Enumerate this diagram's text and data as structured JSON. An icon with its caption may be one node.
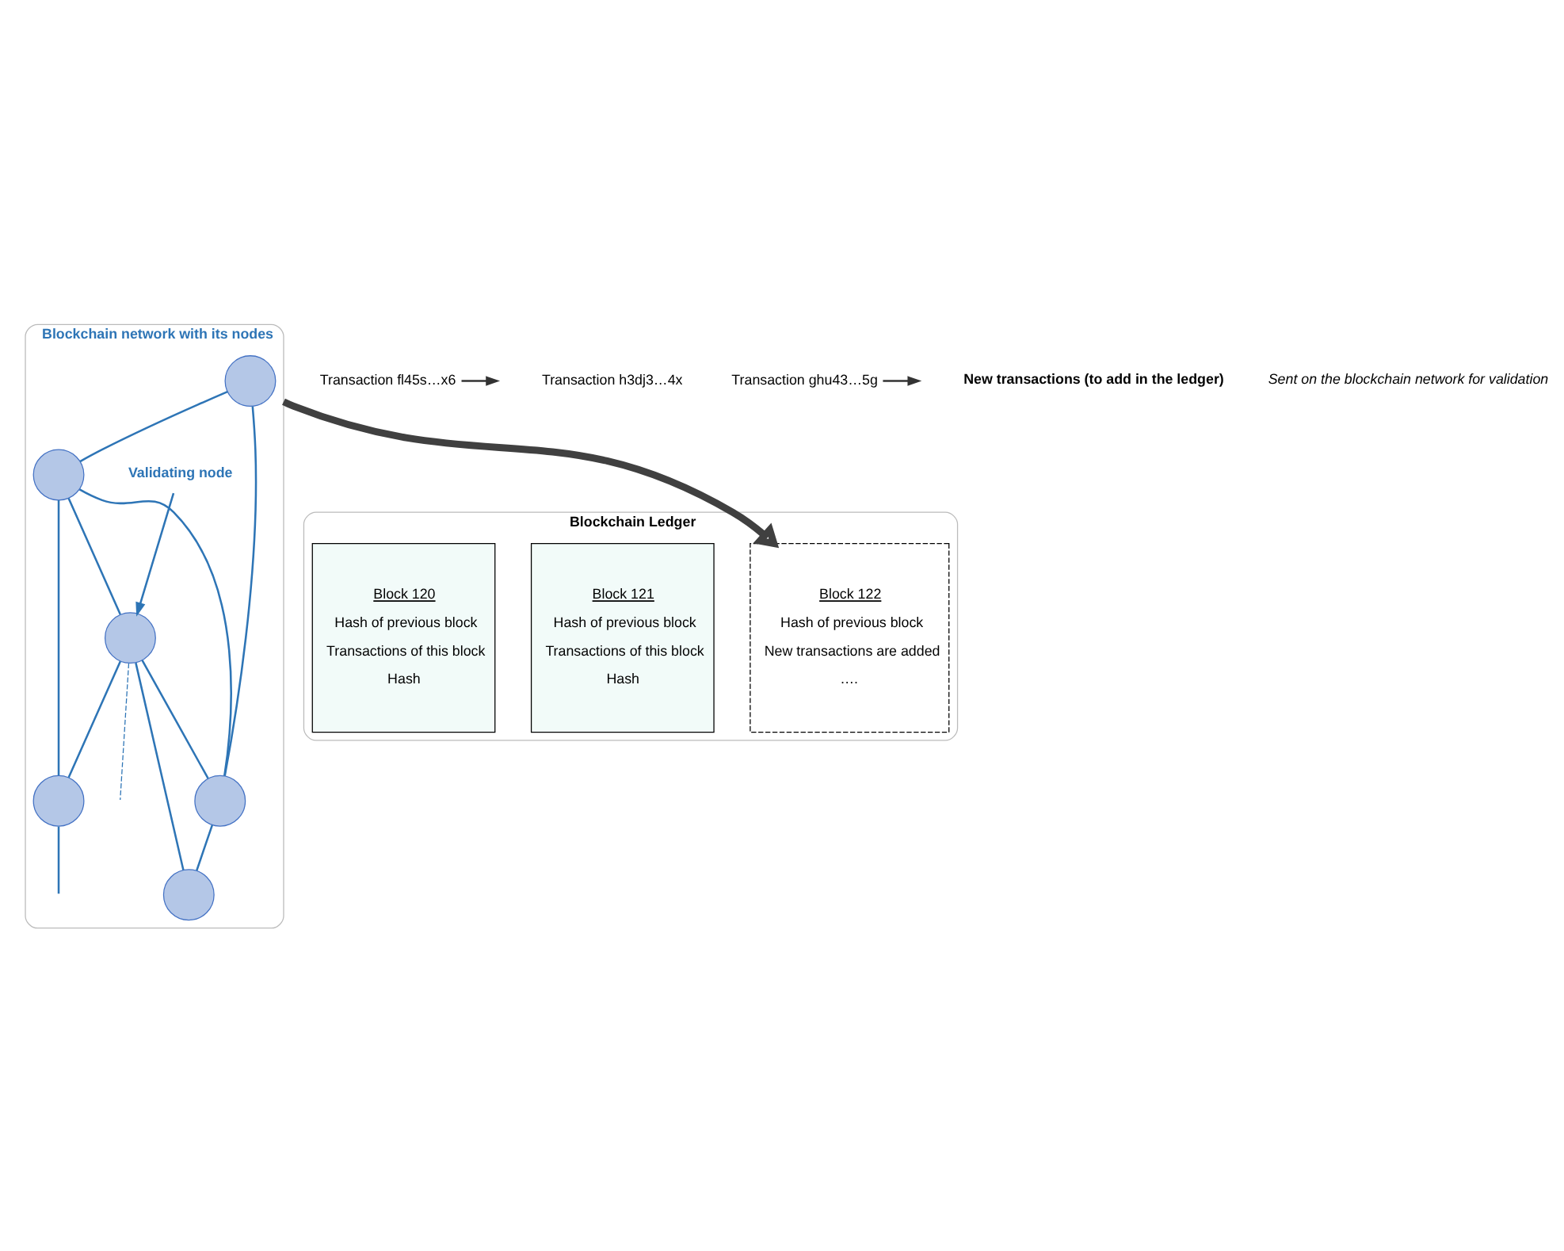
{
  "diagram": {
    "nodes": [
      {
        "text": [
          "Blockchain network with its nodes"
        ]
      },
      {
        "text": [
          "Transaction fl45s…x6"
        ]
      },
      {
        "text": [
          "Transaction h3dj3…4x"
        ]
      },
      {
        "text": [
          "Transaction ghu43…5g"
        ]
      },
      {
        "text": [],
        "shape": "circle",
        "in": 0
      },
      {
        "text": [],
        "shape": "circle",
        "in": 0
      },
      {
        "text": [],
        "shape": "circle",
        "in": 0
      },
      {
        "text": [],
        "shape": "circle",
        "in": 0
      },
      {
        "text": [
          "Validating node"
        ],
        "in": 0
      },
      {
        "text": [],
        "shape": "circle",
        "in": 0
      },
      {
        "text": [],
        "shape": "circle",
        "in": 0
      },
      {
        "text": [
          "Blockchain Ledger"
        ]
      },
      {
        "text": [
          "Block 120",
          "Hash of previous block",
          "Transactions of this block",
          "Hash"
        ],
        "in": 11
      },
      {
        "text": [
          "Block 121",
          "Hash of previous block",
          "Transactions of this block",
          "Hash"
        ],
        "in": 11
      },
      {
        "text": [
          "Block 122",
          "Hash of previous block",
          "New transactions are added",
          "…."
        ],
        "in": 11
      }
    ],
    "edges": [
      {
        "from": 1,
        "to": null,
        "arrow": "to",
        "color": "#333333"
      },
      {
        "from": 3,
        "to": null,
        "arrow": "to",
        "color": "#333333"
      },
      {
        "from": 4,
        "to": 5,
        "arrow": "none"
      },
      {
        "from": 4,
        "to": 9,
        "arrow": "none"
      },
      {
        "from": 5,
        "to": 6,
        "arrow": "none"
      },
      {
        "from": 5,
        "to": 9,
        "arrow": "none"
      },
      {
        "from": 5,
        "to": 7,
        "arrow": "none"
      },
      {
        "from": 7,
        "to": 6,
        "arrow": "none"
      },
      {
        "from": 7,
        "to": 9,
        "arrow": "none"
      },
      {
        "from": 7,
        "to": 10,
        "arrow": "none"
      },
      {
        "from": 9,
        "to": 10,
        "arrow": "none"
      },
      {
        "from": 7,
        "to": null,
        "arrow": "none",
        "style": "dashed"
      },
      {
        "from": 6,
        "to": null,
        "arrow": "none"
      },
      {
        "from": 8,
        "to": 7,
        "arrow": "to"
      },
      {
        "from": 0,
        "to": 14,
        "arrow": "to",
        "style": "thick",
        "color": "#404040"
      }
    ],
    "labels": [
      "New transactions (to add in the ledger)",
      "Sent on the blockchain network for validation"
    ]
  }
}
